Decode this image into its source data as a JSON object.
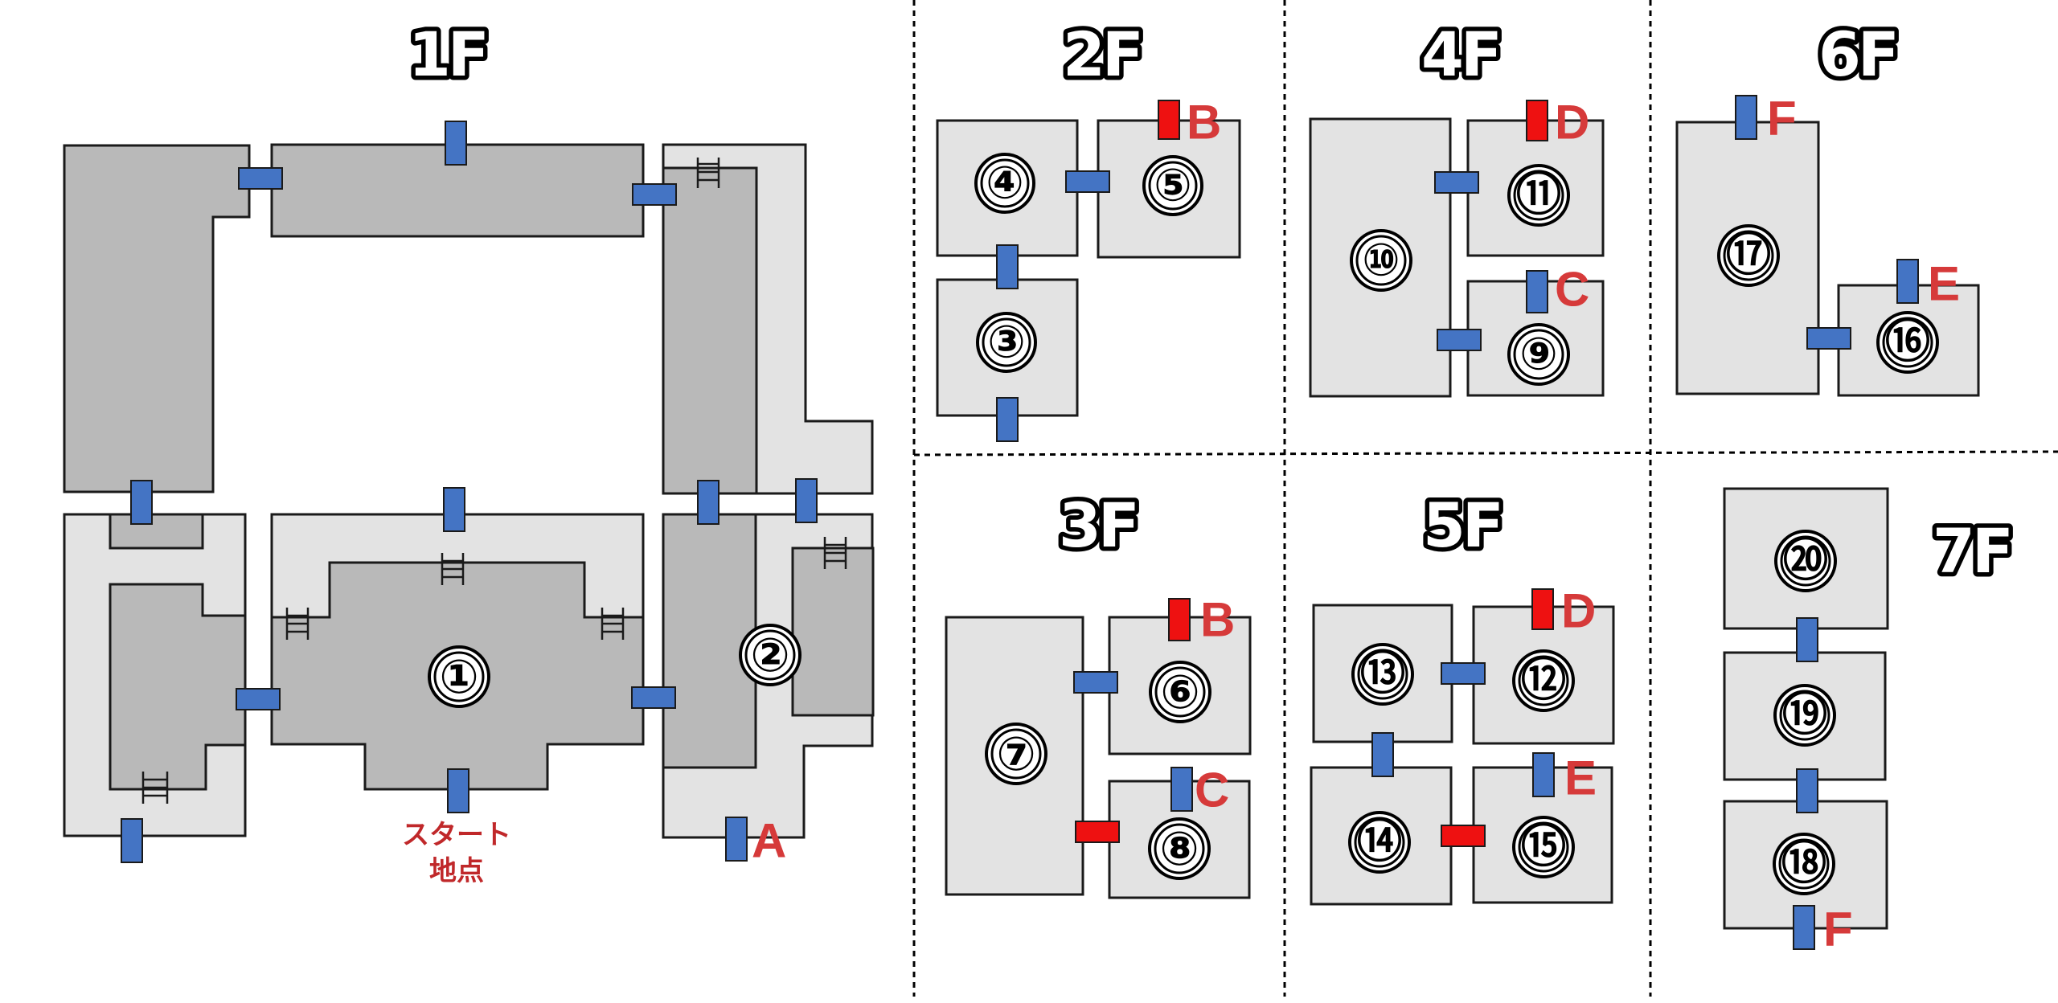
{
  "floors": {
    "f1": "1F",
    "f2": "2F",
    "f3": "3F",
    "f4": "4F",
    "f5": "5F",
    "f6": "6F",
    "f7": "7F"
  },
  "start_label": {
    "line1": "スタート",
    "line2": "地点"
  },
  "rooms": {
    "r1": "①",
    "r2": "②",
    "r3": "③",
    "r4": "④",
    "r5": "⑤",
    "r6": "⑥",
    "r7": "⑦",
    "r8": "⑧",
    "r9": "⑨",
    "r10": "⑩",
    "r11": "⑪",
    "r12": "⑫",
    "r13": "⑬",
    "r14": "⑭",
    "r15": "⑮",
    "r16": "⑯",
    "r17": "⑰",
    "r18": "⑱",
    "r19": "⑲",
    "r20": "⑳"
  },
  "warp_letters": {
    "a": "A",
    "b": "B",
    "c": "C",
    "d": "D",
    "e": "E",
    "f": "F"
  },
  "colors": {
    "room_light": "#e3e3e3",
    "room_dark": "#b9b9b9",
    "door_blue": "#4474c4",
    "door_red": "#ee1111",
    "letter_red": "#d63a3a"
  }
}
